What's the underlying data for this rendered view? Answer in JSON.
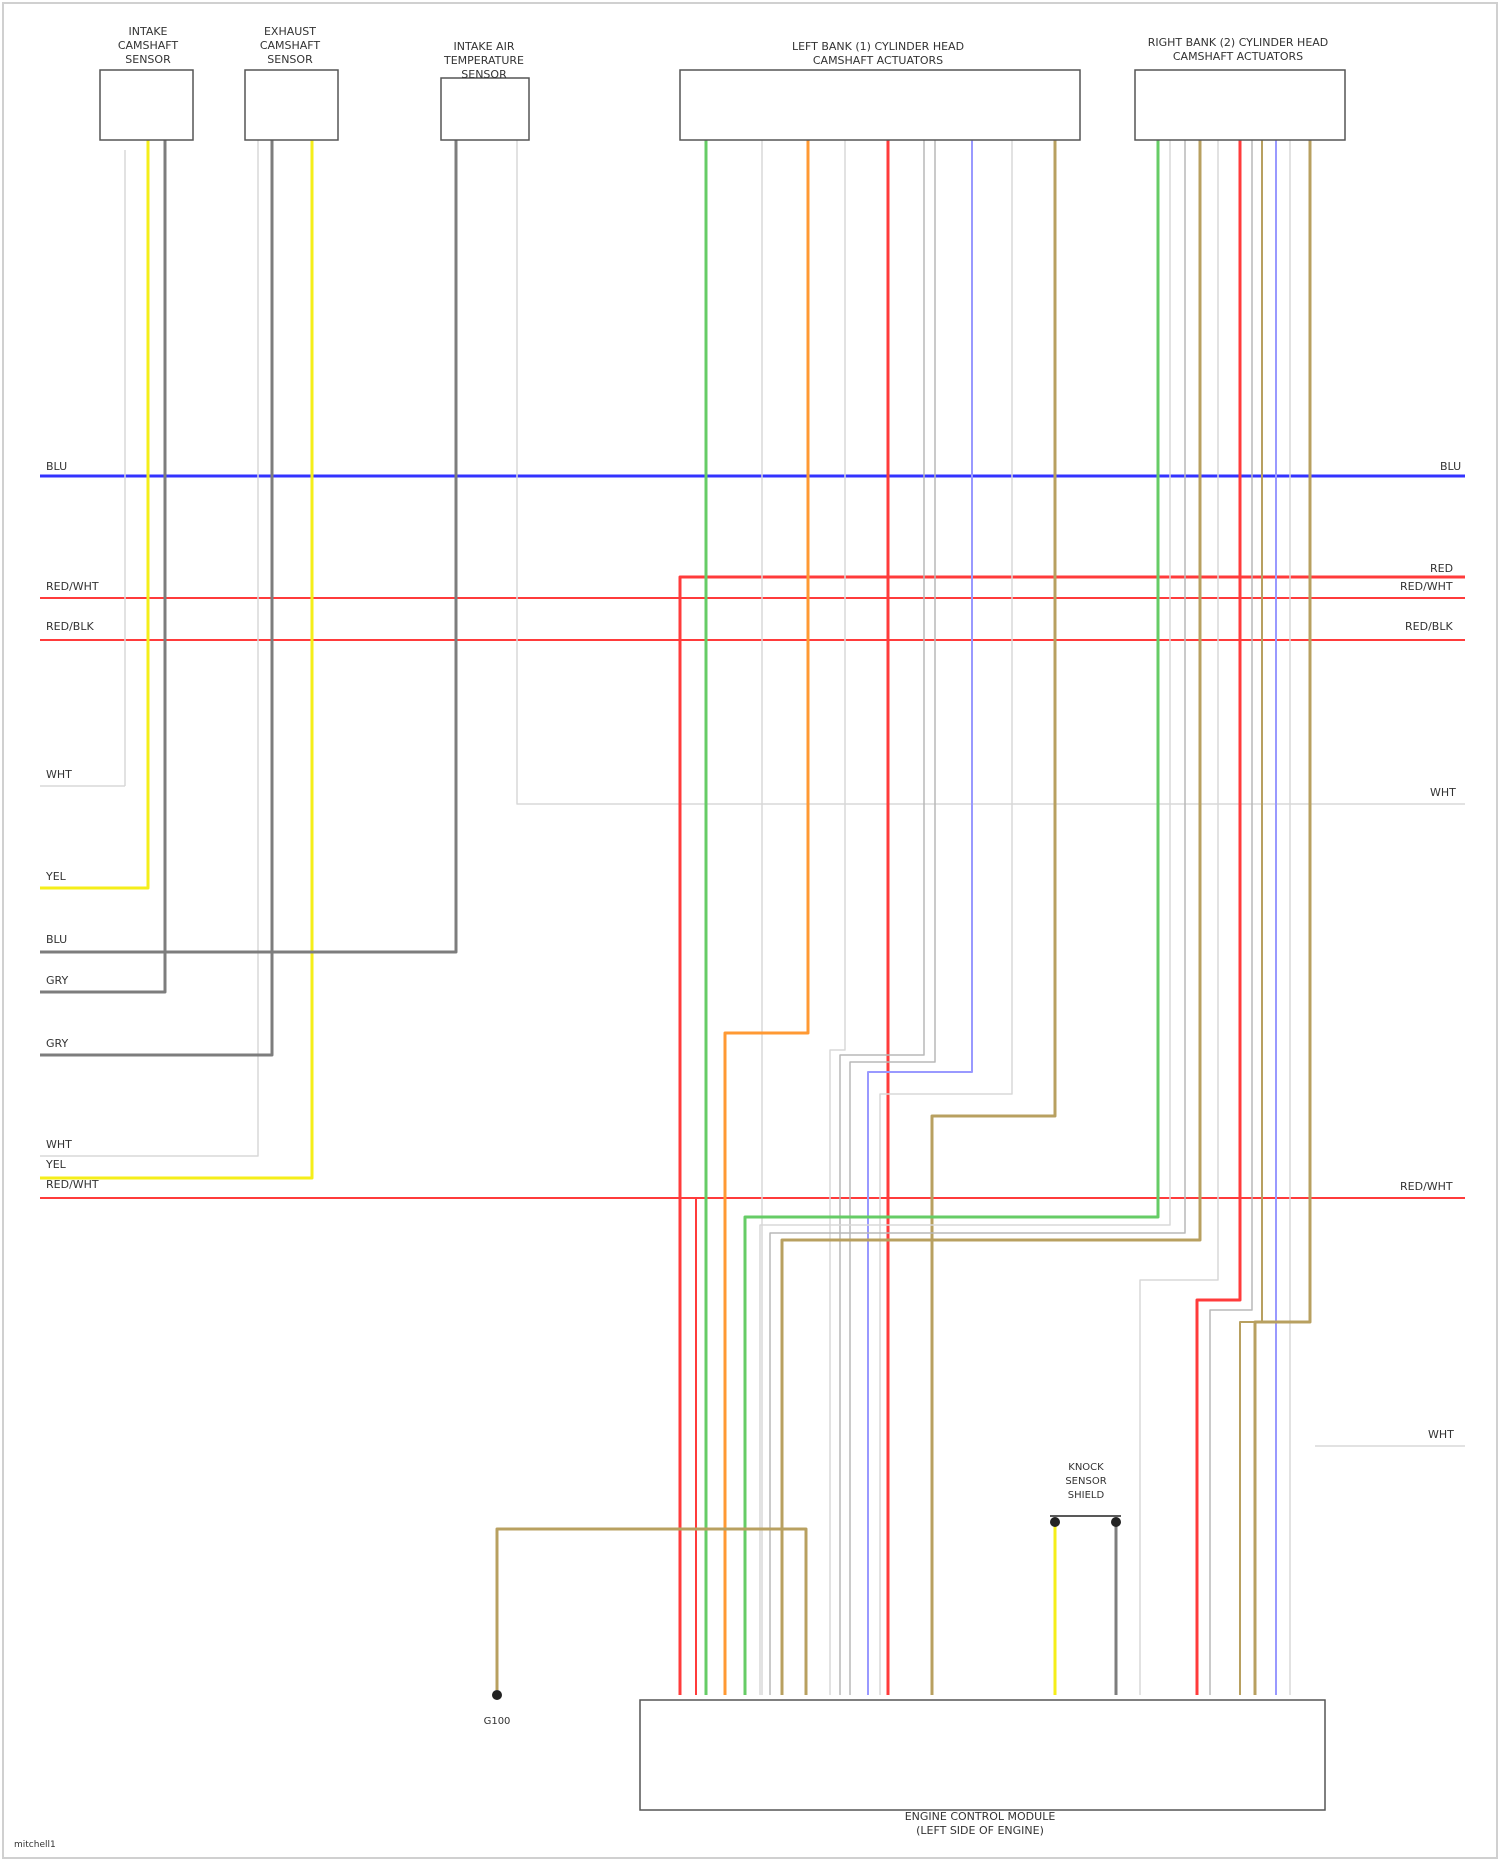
{
  "colors": {
    "blu": "#3333ff",
    "red": "#ff3b3b",
    "yel": "#f5ee1a",
    "gry": "#7d7d7d",
    "wht": "#d8d8d8",
    "grn": "#66cc66",
    "org": "#ff9933",
    "vio": "#9999ff",
    "tan": "#b8a060",
    "lgry": "#b8b8b8"
  },
  "components": {
    "sensor1": [
      "INTAKE",
      "CAMSHAFT",
      "SENSOR"
    ],
    "sensor2": [
      "EXHAUST",
      "CAMSHAFT",
      "SENSOR"
    ],
    "sensor3": [
      "INTAKE AIR",
      "TEMPERATURE",
      "SENSOR"
    ],
    "bank1": [
      "LEFT BANK (1) CYLINDER HEAD",
      "CAMSHAFT ACTUATORS"
    ],
    "bank2": [
      "RIGHT BANK (2) CYLINDER HEAD",
      "CAMSHAFT ACTUATORS"
    ],
    "pcm": [
      "ENGINE CONTROL MODULE",
      "(LEFT SIDE OF ENGINE)"
    ],
    "knock": [
      "KNOCK",
      "SENSOR",
      "SHIELD"
    ]
  },
  "bus_labels": {
    "blu": "BLU",
    "red_wht": "RED/WHT",
    "red_blk": "RED/BLK",
    "red_wht_bottom": "RED/WHT",
    "red_right": "RED"
  },
  "left_labels": [
    "WHT",
    "YEL",
    "BLU",
    "GRY",
    "GRY",
    "WHT",
    "YEL",
    "RED/WHT"
  ],
  "right_labels": [
    "WHT",
    "WHT"
  ],
  "ground": "G100",
  "footer": "mitchell1"
}
